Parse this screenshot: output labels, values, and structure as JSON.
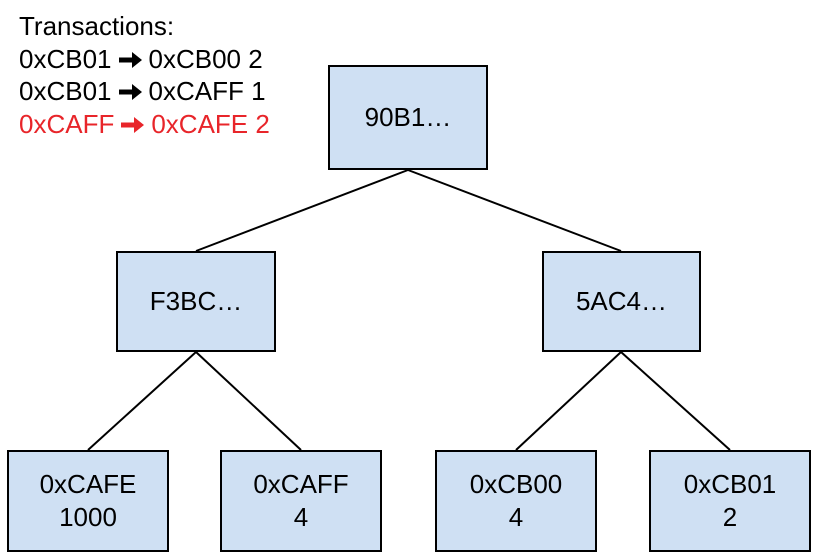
{
  "colors": {
    "node_fill": "#cfe0f3",
    "border": "#000000",
    "highlight": "#e8252a"
  },
  "transactions": {
    "heading": "Transactions:",
    "items": [
      {
        "from": "0xCB01",
        "to": "0xCB00",
        "amount": "2",
        "highlighted": false
      },
      {
        "from": "0xCB01",
        "to": "0xCAFF",
        "amount": "1",
        "highlighted": false
      },
      {
        "from": "0xCAFF",
        "to": "0xCAFE",
        "amount": "2",
        "highlighted": true
      }
    ]
  },
  "tree": {
    "root": {
      "hash": "90B1…"
    },
    "internal": [
      {
        "hash": "F3BC…"
      },
      {
        "hash": "5AC4…"
      }
    ],
    "leaves": [
      {
        "address": "0xCAFE",
        "balance": "1000"
      },
      {
        "address": "0xCAFF",
        "balance": "4"
      },
      {
        "address": "0xCB00",
        "balance": "4"
      },
      {
        "address": "0xCB01",
        "balance": "2"
      }
    ]
  }
}
